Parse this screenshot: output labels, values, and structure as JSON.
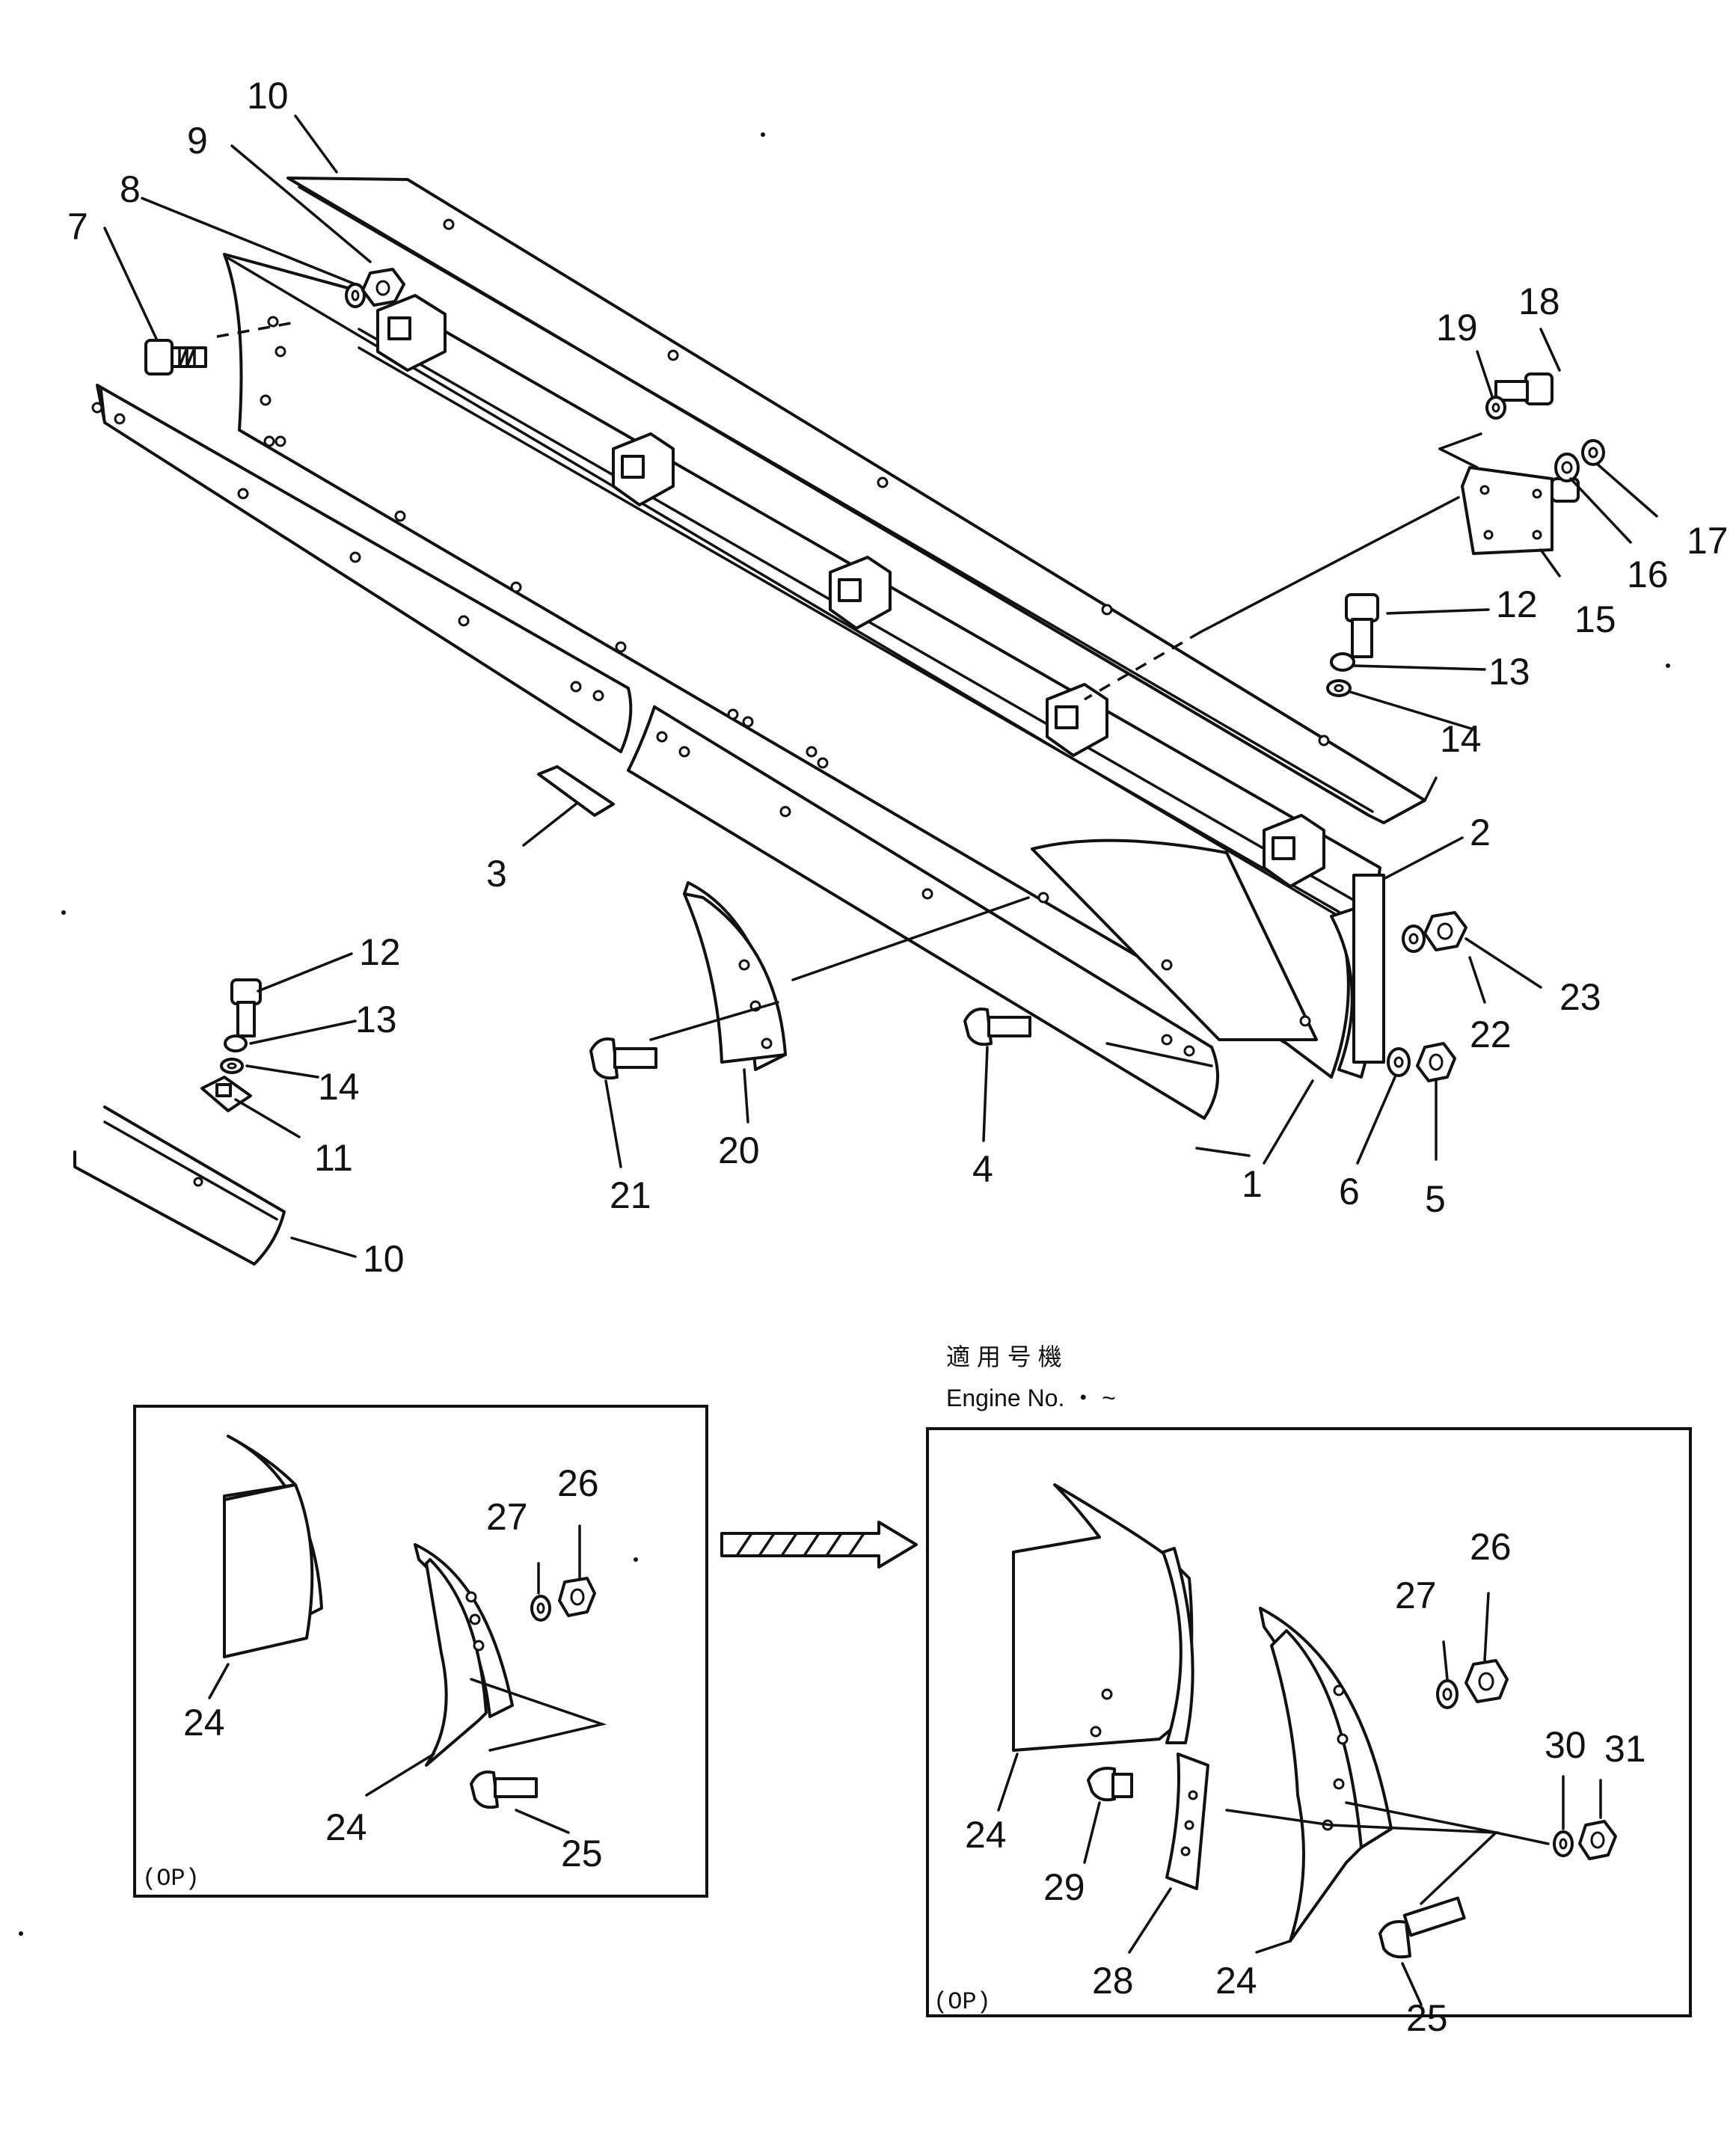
{
  "callouts": {
    "c1": "1",
    "c2": "2",
    "c3": "3",
    "c4": "4",
    "c5": "5",
    "c6": "6",
    "c7": "7",
    "c8": "8",
    "c9": "9",
    "c10a": "10",
    "c10b": "10",
    "c11": "11",
    "c12a": "12",
    "c12b": "12",
    "c13a": "13",
    "c13b": "13",
    "c14a": "14",
    "c14b": "14",
    "c15": "15",
    "c16": "16",
    "c17": "17",
    "c18": "18",
    "c19": "19",
    "c20": "20",
    "c21": "21",
    "c22": "22",
    "c23": "23",
    "l24a": "24",
    "l24b": "24",
    "l25": "25",
    "l26": "26",
    "l27": "27",
    "r24a": "24",
    "r24b": "24",
    "r25": "25",
    "r26": "26",
    "r27": "27",
    "r28": "28",
    "r29": "29",
    "r30": "30",
    "r31": "31"
  },
  "insets": {
    "left_label": "(OP)",
    "right_label": "(OP)",
    "applicable_jp": "適 用 号 機",
    "applicable_en": "Engine No.   ・  ~"
  }
}
